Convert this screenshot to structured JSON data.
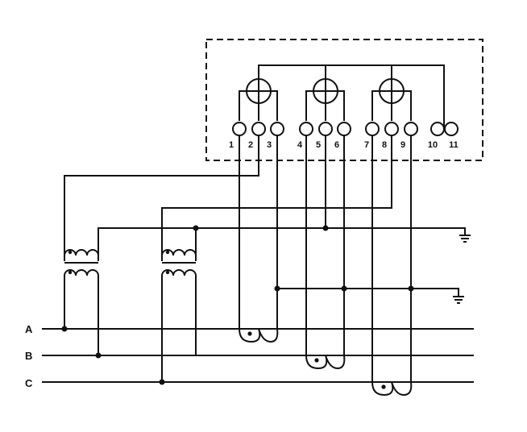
{
  "terminals": {
    "t1": "1",
    "t2": "2",
    "t3": "3",
    "t4": "4",
    "t5": "5",
    "t6": "6",
    "t7": "7",
    "t8": "8",
    "t9": "9",
    "t10": "10",
    "t11": "11"
  },
  "buses": {
    "a": "A",
    "b": "B",
    "c": "C"
  },
  "colors": {
    "line": "#111111",
    "background": "#ffffff"
  }
}
